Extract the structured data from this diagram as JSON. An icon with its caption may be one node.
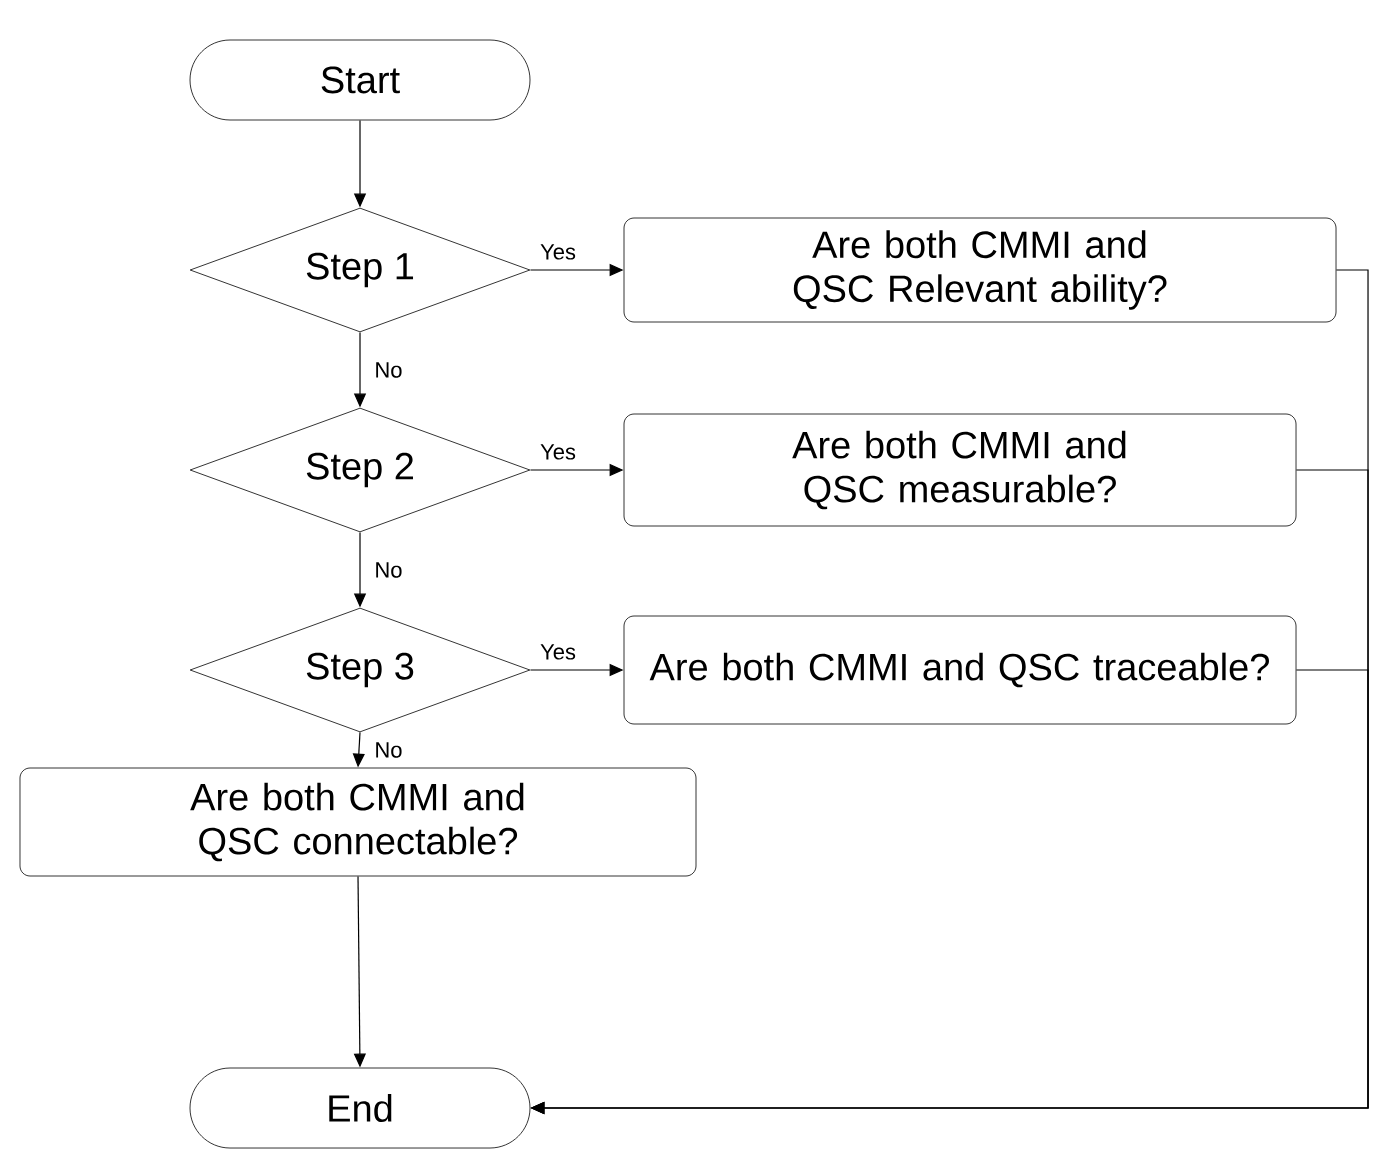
{
  "diagram": {
    "nodes": [
      {
        "text": [
          "Start"
        ]
      },
      {
        "text": [
          "Step 1"
        ]
      },
      {
        "text": [
          "Are both CMMI and QSC Relevant ability?"
        ]
      },
      {
        "text": [
          "Step 2"
        ]
      },
      {
        "text": [
          "Are both CMMI and QSC measurable?"
        ]
      },
      {
        "text": [
          "Step 3"
        ]
      },
      {
        "text": [
          "Are both CMMI and QSC traceable?"
        ]
      },
      {
        "text": [
          "Are both CMMI and QSC connectable?"
        ]
      },
      {
        "text": [
          "End"
        ]
      }
    ],
    "edges": [
      {
        "from": 0,
        "to": 1,
        "arrow": "to"
      },
      {
        "from": 1,
        "to": 2,
        "arrow": "to",
        "label": "Yes"
      },
      {
        "from": 1,
        "to": 3,
        "arrow": "to",
        "label": "No"
      },
      {
        "from": 3,
        "to": 4,
        "arrow": "to",
        "label": "Yes"
      },
      {
        "from": 3,
        "to": 5,
        "arrow": "to",
        "label": "No"
      },
      {
        "from": 5,
        "to": 6,
        "arrow": "to",
        "label": "Yes"
      },
      {
        "from": 5,
        "to": 7,
        "arrow": "to",
        "label": "No"
      },
      {
        "from": 7,
        "to": 8,
        "arrow": "to"
      },
      {
        "from": 2,
        "to": 8,
        "arrow": "to"
      },
      {
        "from": 4,
        "to": 8,
        "arrow": "to"
      },
      {
        "from": 6,
        "to": 8,
        "arrow": "to"
      }
    ]
  }
}
